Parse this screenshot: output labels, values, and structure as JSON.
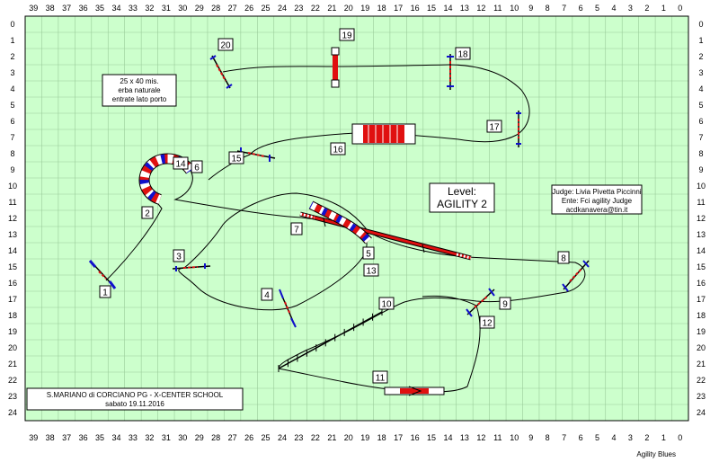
{
  "axis": {
    "top": [
      "39",
      "38",
      "37",
      "36",
      "35",
      "34",
      "33",
      "32",
      "31",
      "30",
      "29",
      "28",
      "27",
      "26",
      "25",
      "24",
      "23",
      "22",
      "21",
      "20",
      "19",
      "18",
      "17",
      "16",
      "15",
      "14",
      "13",
      "12",
      "11",
      "10",
      "9",
      "8",
      "7",
      "6",
      "5",
      "4",
      "3",
      "2",
      "1",
      "0"
    ],
    "left": [
      "0",
      "1",
      "2",
      "3",
      "4",
      "5",
      "6",
      "7",
      "8",
      "9",
      "10",
      "11",
      "12",
      "13",
      "14",
      "15",
      "16",
      "17",
      "18",
      "19",
      "20",
      "21",
      "22",
      "23",
      "24"
    ]
  },
  "info": {
    "line1": "25 x 40 mis.",
    "line2": "erba naturale",
    "line3": "entrate lato porto"
  },
  "level": {
    "line1": "Level:",
    "line2": "AGILITY 2"
  },
  "judge": {
    "line1": "Judge: Livia Pivetta Piccinni",
    "line2": "Ente: Fci agility Judge",
    "line3": "acdkanavera@tin.it"
  },
  "event": {
    "line1": "S.MARIANO di CORCIANO PG - X-CENTER SCHOOL",
    "line2": "sabato 19.11.2016"
  },
  "credit": "Agility Blues",
  "obstacles": [
    "1",
    "2",
    "3",
    "4",
    "5",
    "6",
    "7",
    "8",
    "9",
    "10",
    "11",
    "12",
    "13",
    "14",
    "15",
    "16",
    "17",
    "18",
    "19",
    "20"
  ],
  "colors": {
    "field": "#ccffcc",
    "grid": "#99cc99",
    "path": "#000000",
    "red": "#e01010",
    "blue": "#1010cc"
  }
}
